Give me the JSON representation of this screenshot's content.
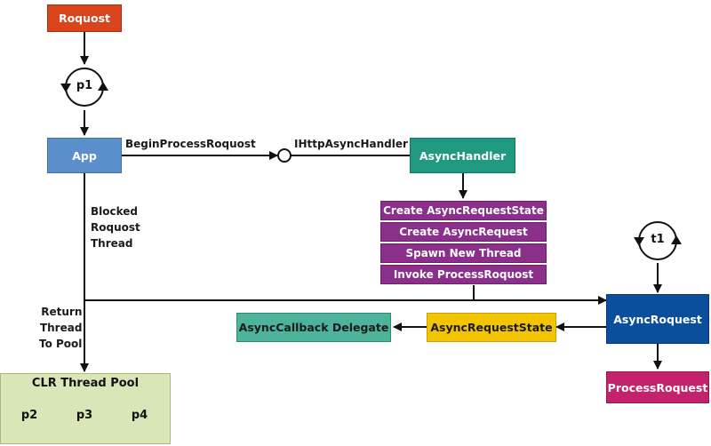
{
  "nodes": {
    "request": "Roquost",
    "app": "App",
    "async_handler": "AsyncHandler",
    "async_request": "AsyncRoquest",
    "process_request": "ProcessRoquest",
    "async_request_state": "AsyncRequestState",
    "async_callback": "AsyncCallback Delegate"
  },
  "handler_steps": [
    "Create AsyncRequestState",
    "Create AsyncRequest",
    "Spawn New Thread",
    "Invoke ProcessRoquost"
  ],
  "edge_labels": {
    "begin": "BeginProcessRoquost",
    "interface": "IHttpAsyncHandler",
    "blocked": [
      "Blocked",
      "Roquost",
      "Thread"
    ],
    "return": [
      "Return",
      "Thread",
      "To Pool"
    ]
  },
  "threads": {
    "p1": "p1",
    "t1": "t1",
    "pool_title": "CLR Thread Pool",
    "pool": [
      "p2",
      "p3",
      "p4"
    ]
  },
  "colors": {
    "request": "#d9441c",
    "app": "#5b8fcc",
    "async_handler": "#1f9a80",
    "steps": "#8a2f8a",
    "async_request": "#0b4f9c",
    "process_request": "#c4226b",
    "state": "#f2c500",
    "callback": "#4db39a",
    "pool_bg": "#d9e6b8"
  }
}
